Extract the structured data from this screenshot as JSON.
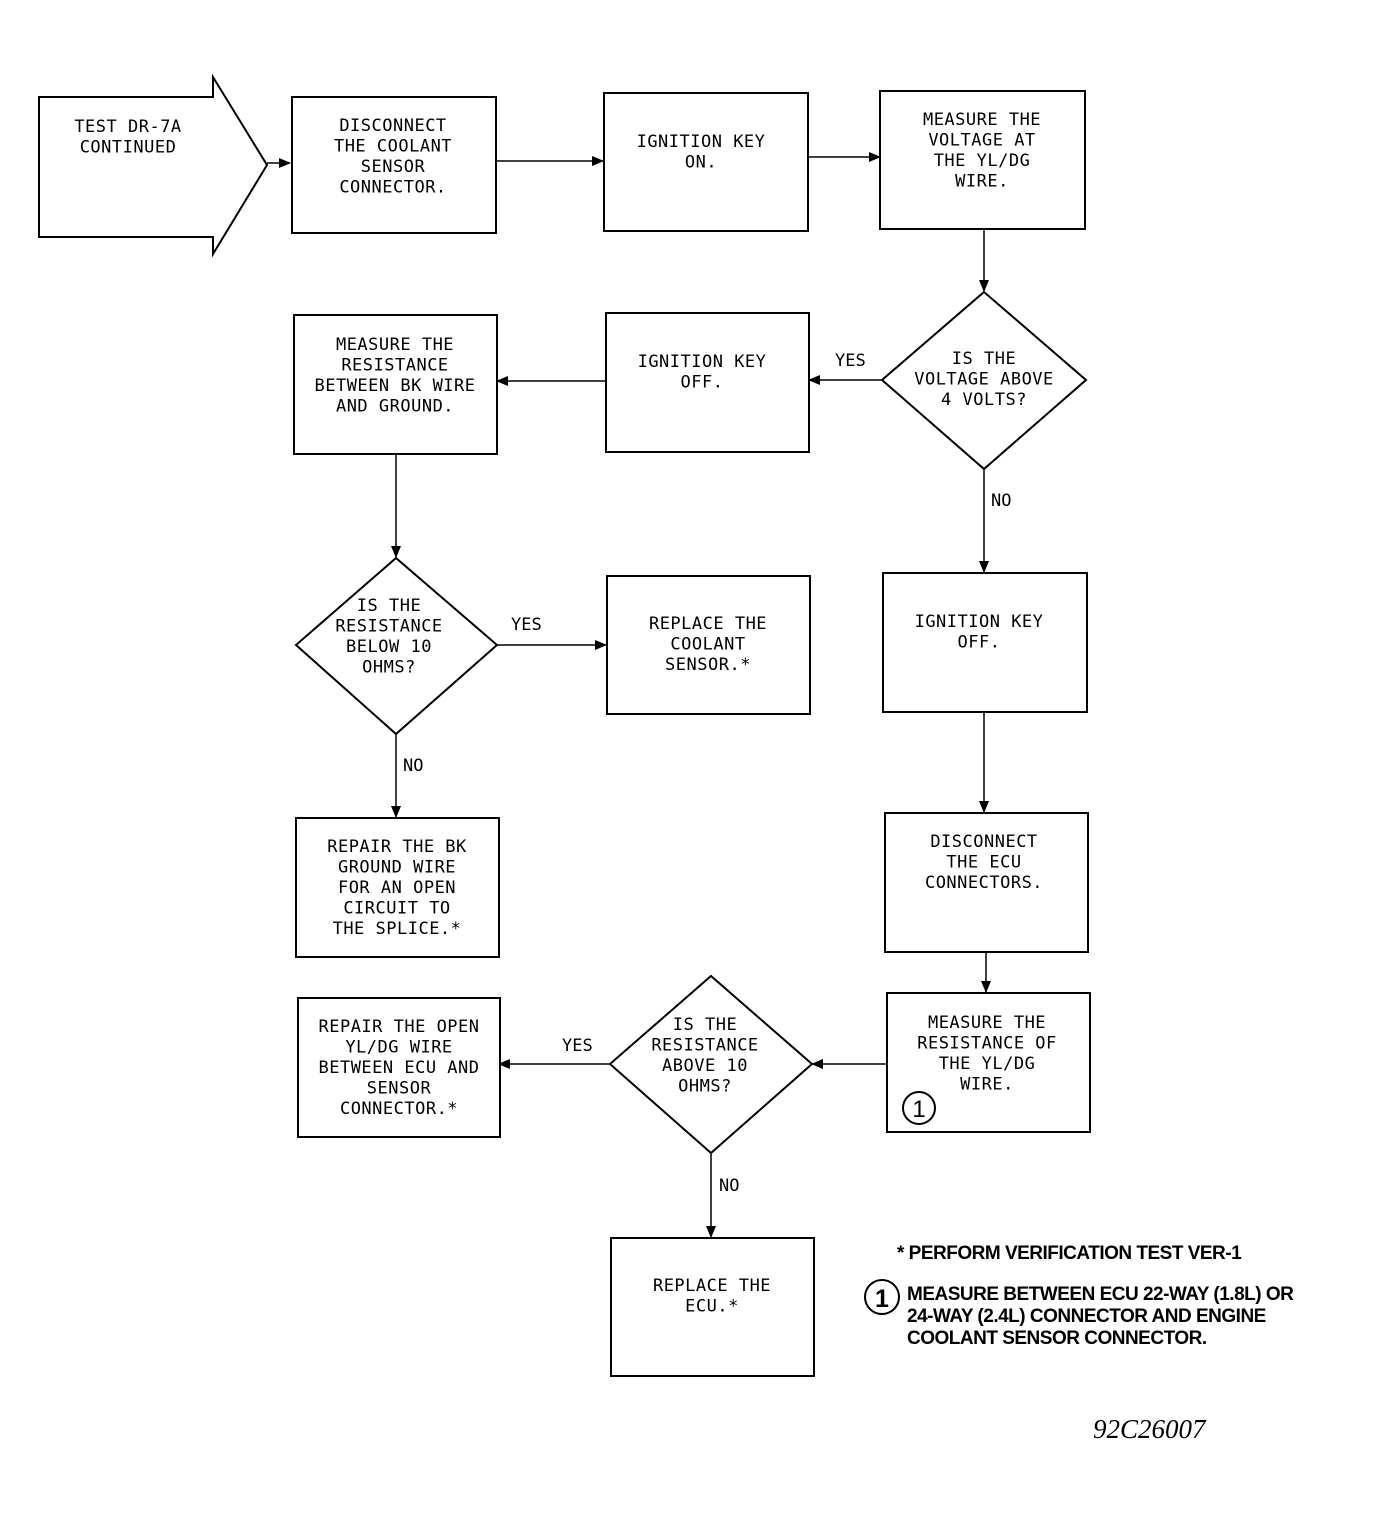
{
  "nodes": {
    "start": [
      "TEST DR-7A",
      "CONTINUED"
    ],
    "disconnect_coolant": [
      "DISCONNECT",
      "THE COOLANT",
      "SENSOR",
      "CONNECTOR."
    ],
    "ign_on": [
      "IGNITION KEY",
      "ON."
    ],
    "measure_voltage": [
      "MEASURE THE",
      "VOLTAGE AT",
      "THE YL/DG",
      "WIRE."
    ],
    "voltage_decision": [
      "IS THE",
      "VOLTAGE ABOVE",
      "4 VOLTS?"
    ],
    "ign_off_1": [
      "IGNITION KEY",
      "OFF."
    ],
    "measure_bk": [
      "MEASURE THE",
      "RESISTANCE",
      "BETWEEN BK WIRE",
      "AND GROUND."
    ],
    "bk_decision": [
      "IS THE",
      "RESISTANCE",
      "BELOW 10",
      "OHMS?"
    ],
    "replace_coolant": [
      "REPLACE THE",
      "COOLANT",
      "SENSOR.*"
    ],
    "repair_bk": [
      "REPAIR THE BK",
      "GROUND WIRE",
      "FOR AN OPEN",
      "CIRCUIT TO",
      "THE SPLICE.*"
    ],
    "ign_off_2": [
      "IGNITION KEY",
      "OFF."
    ],
    "disconnect_ecu": [
      "DISCONNECT",
      "THE ECU",
      "CONNECTORS."
    ],
    "measure_yldg": [
      "MEASURE THE",
      "RESISTANCE OF",
      "THE YL/DG",
      "WIRE."
    ],
    "yldg_decision": [
      "IS THE",
      "RESISTANCE",
      "ABOVE 10",
      "OHMS?"
    ],
    "repair_yldg": [
      "REPAIR THE OPEN",
      "YL/DG WIRE",
      "BETWEEN ECU AND",
      "SENSOR",
      "CONNECTOR.*"
    ],
    "replace_ecu": [
      "REPLACE THE",
      "ECU.*"
    ]
  },
  "edge_labels": {
    "voltage_yes": "YES",
    "voltage_no": "NO",
    "bk_yes": "YES",
    "bk_no": "NO",
    "yldg_yes": "YES",
    "yldg_no": "NO"
  },
  "callout_number": "1",
  "notes": {
    "verification": "* PERFORM VERIFICATION TEST VER-1",
    "footnote_number": "1",
    "footnote_lines": [
      "MEASURE BETWEEN ECU 22-WAY (1.8L) OR",
      "24-WAY (2.4L) CONNECTOR AND ENGINE",
      "COOLANT SENSOR CONNECTOR."
    ]
  },
  "figure_id": "92C26007"
}
